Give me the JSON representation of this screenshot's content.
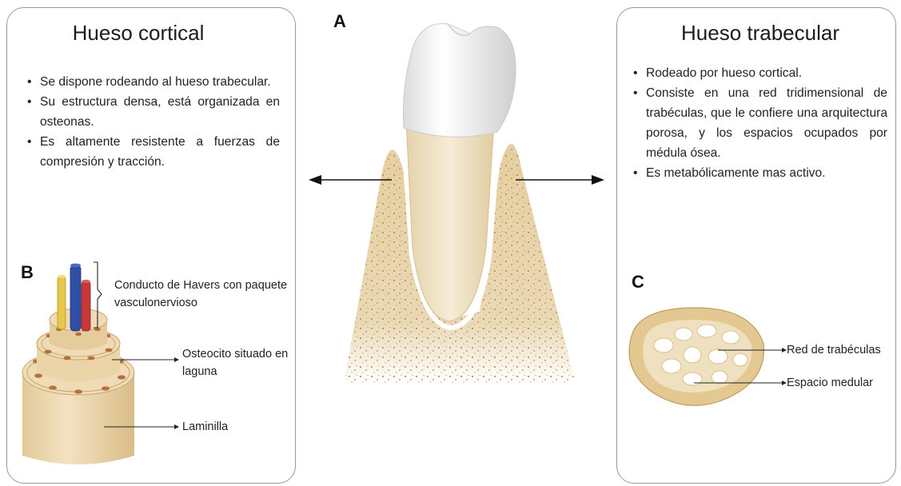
{
  "panel_a": {
    "letter": "A"
  },
  "left_panel": {
    "title": "Hueso cortical",
    "bullets": [
      "Se dispone rodeando al hueso trabecular.",
      "Su estructura densa, está organizada en osteonas.",
      "Es altamente resistente a fuerzas de compresión y tracción."
    ],
    "figure_letter": "B",
    "labels": {
      "havers": "Conducto de Havers con paquete vasculonervioso",
      "osteocito": "Osteocito situado en laguna",
      "laminilla": "Laminilla"
    }
  },
  "right_panel": {
    "title": "Hueso trabecular",
    "bullets": [
      "Rodeado por hueso cortical.",
      "Consiste en una red tridimensional de trabéculas, que le confiere una arquitectura porosa, y los espacios ocupados por médula ósea.",
      "Es metabólicamente mas activo."
    ],
    "figure_letter": "C",
    "labels": {
      "red": "Red de trabéculas",
      "espacio": "Espacio medular"
    }
  },
  "colors": {
    "bone": "#e9d6ad",
    "bone_dark": "#c9a46a",
    "osteocyte": "#b8703c",
    "tooth_enamel": "#ffffff",
    "tooth_root": "#f1e5c8",
    "vein": "#2f4fa6",
    "artery": "#c8383b",
    "nerve": "#e7c84a",
    "border": "#9a9a9a"
  }
}
